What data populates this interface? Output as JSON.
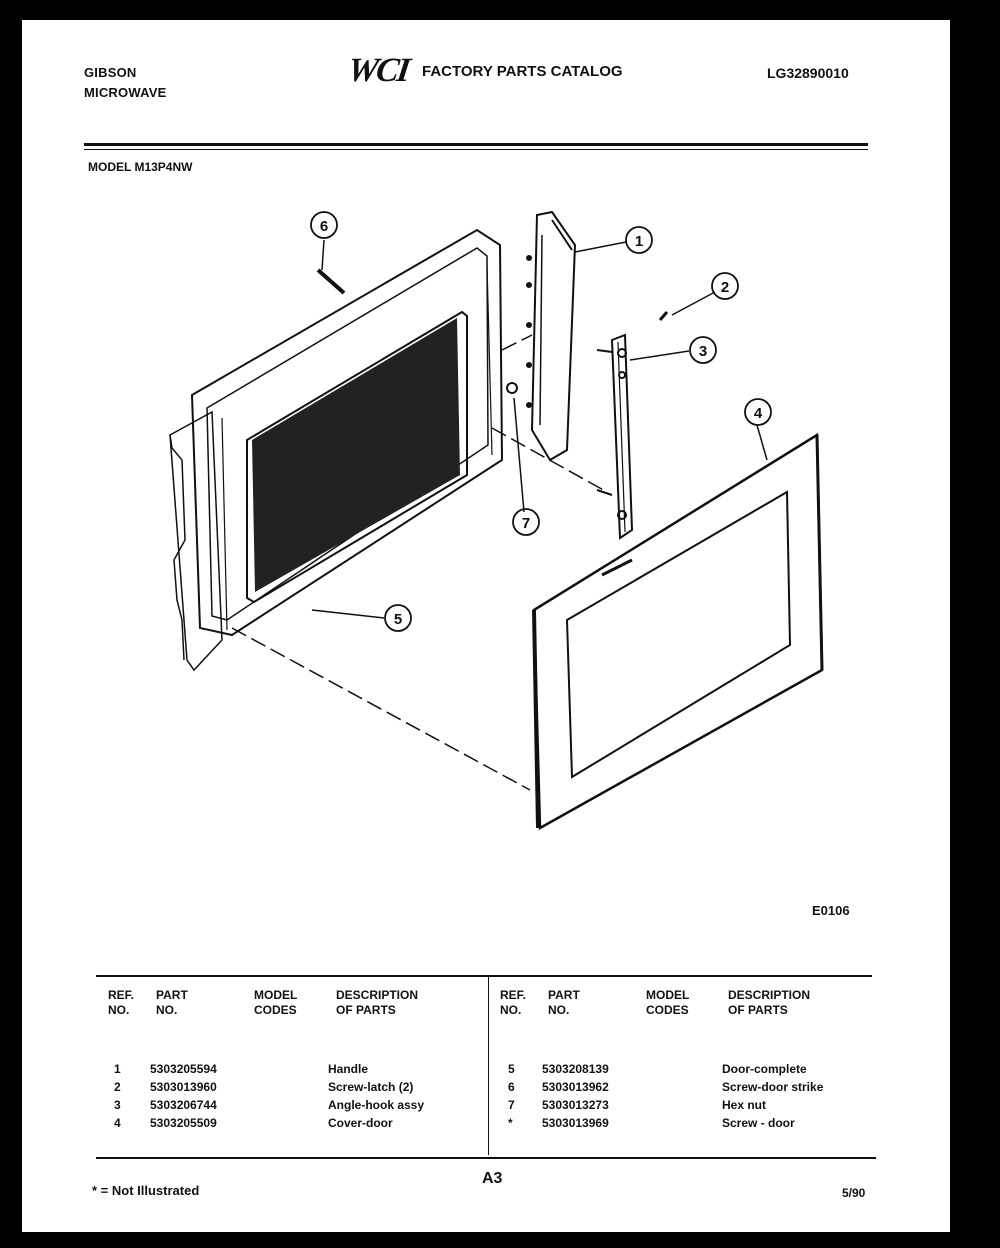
{
  "header": {
    "brand_line1": "GIBSON",
    "brand_line2": "MICROWAVE",
    "logo_text": "WCI",
    "catalog_title": "FACTORY PARTS CATALOG",
    "catalog_id": "LG32890010"
  },
  "model_line": "MODEL M13P4NW",
  "diagram": {
    "code": "E0106",
    "callouts": [
      "1",
      "2",
      "3",
      "4",
      "5",
      "6",
      "7"
    ]
  },
  "table": {
    "left_headers": {
      "ref": "REF.\nNO.",
      "part": "PART\nNO.",
      "model": "MODEL\nCODES",
      "desc": "DESCRIPTION\nOF PARTS"
    },
    "right_headers": {
      "ref": "REF.\nNO.",
      "part": "PART\nNO.",
      "model": "MODEL\nCODES",
      "desc": "DESCRIPTION\nOF PARTS"
    },
    "left_rows": [
      {
        "ref": "1",
        "part": "5303205594",
        "desc": "Handle"
      },
      {
        "ref": "2",
        "part": "5303013960",
        "desc": "Screw-latch (2)"
      },
      {
        "ref": "3",
        "part": "5303206744",
        "desc": "Angle-hook assy"
      },
      {
        "ref": "4",
        "part": "5303205509",
        "desc": "Cover-door"
      }
    ],
    "right_rows": [
      {
        "ref": "5",
        "part": "5303208139",
        "desc": "Door-complete"
      },
      {
        "ref": "6",
        "part": "5303013962",
        "desc": "Screw-door strike"
      },
      {
        "ref": "7",
        "part": "5303013273",
        "desc": "Hex nut"
      },
      {
        "ref": "*",
        "part": "5303013969",
        "desc": "Screw - door"
      }
    ]
  },
  "footer": {
    "note": "* = Not Illustrated",
    "page": "A3",
    "date": "5/90"
  }
}
